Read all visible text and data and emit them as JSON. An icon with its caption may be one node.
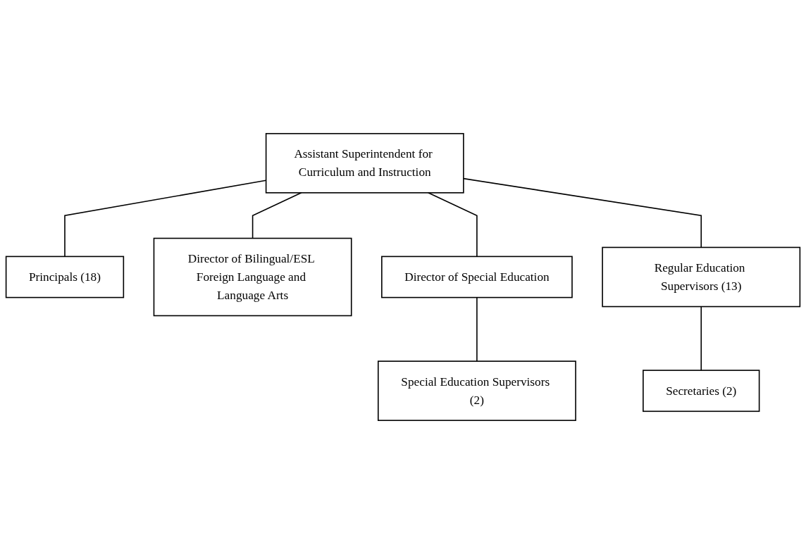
{
  "diagram": {
    "nodes": [
      {
        "text": [
          "Assistant Superintendent for Curriculum and Instruction"
        ]
      },
      {
        "text": [
          "Principals (18)"
        ]
      },
      {
        "text": [
          "Director of Bilingual/ESL Foreign Language and Language Arts"
        ]
      },
      {
        "text": [
          "Director of Special Education"
        ]
      },
      {
        "text": [
          "Regular Education Supervisors (13)"
        ]
      },
      {
        "text": [
          "Secretaries (2)"
        ]
      },
      {
        "text": [
          "Special Education Supervisors (2)"
        ]
      }
    ],
    "edges": [
      {
        "from": 0,
        "to": 1,
        "arrow": "none"
      },
      {
        "from": 0,
        "to": 2,
        "arrow": "none"
      },
      {
        "from": 0,
        "to": 3,
        "arrow": "none"
      },
      {
        "from": 0,
        "to": 4,
        "arrow": "none"
      },
      {
        "from": 4,
        "to": 5,
        "arrow": "none"
      },
      {
        "from": 3,
        "to": 6,
        "arrow": "none"
      }
    ]
  }
}
